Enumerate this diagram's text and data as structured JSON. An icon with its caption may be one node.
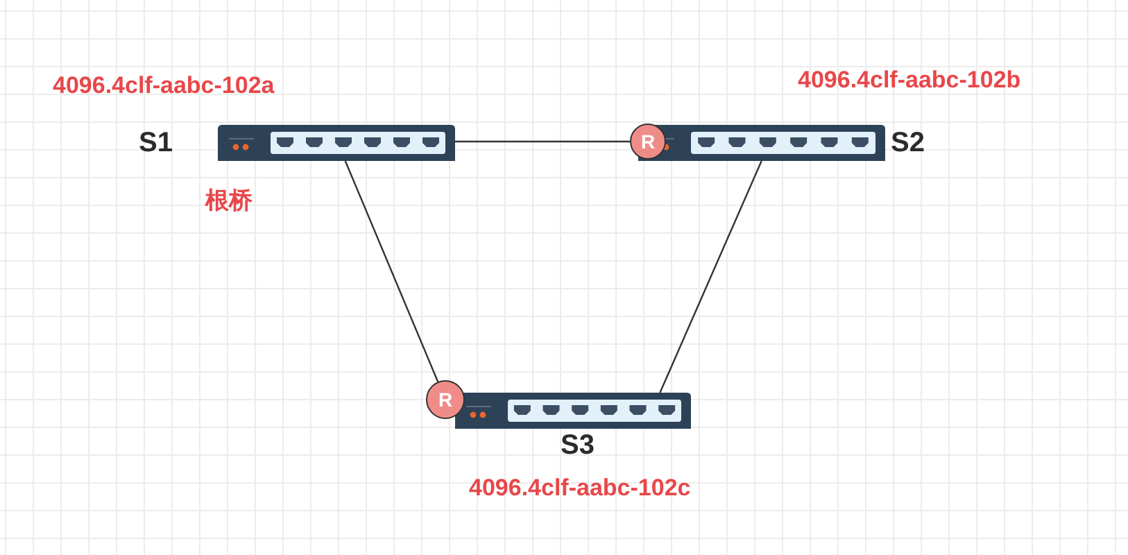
{
  "diagram": {
    "nodes": [
      {
        "text": [
          "S1"
        ],
        "beside": [
          "4096.4clf-aabc-102a",
          "根桥"
        ]
      },
      {
        "text": [
          "R"
        ]
      },
      {
        "text": [
          "S2"
        ],
        "beside": [
          "4096.4clf-aabc-102b"
        ]
      },
      {
        "text": [
          "R"
        ]
      },
      {
        "text": [
          "S3"
        ],
        "beside": [
          "4096.4clf-aabc-102c"
        ]
      }
    ],
    "edges": [
      {
        "from": 0,
        "to": 1,
        "arrow": "none"
      },
      {
        "from": 0,
        "to": 3,
        "arrow": "none"
      },
      {
        "from": 2,
        "to": 4,
        "arrow": "none"
      }
    ]
  }
}
